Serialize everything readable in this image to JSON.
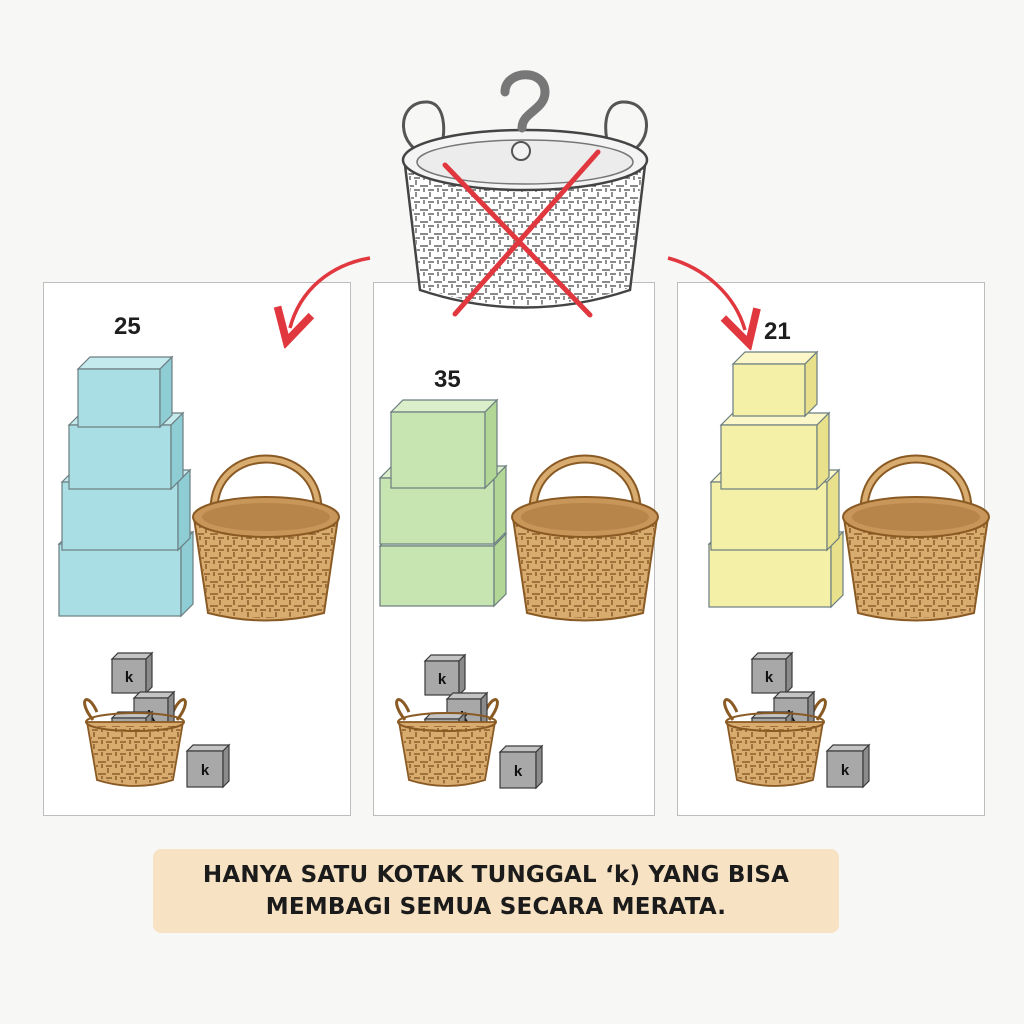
{
  "panels": [
    {
      "count": "25",
      "color_front": "#a9dfe4",
      "color_top": "#c4eaee",
      "color_side": "#8ecdd4",
      "stack": 4
    },
    {
      "count": "35",
      "color_front": "#c7e5b0",
      "color_top": "#dbf0ca",
      "color_side": "#b1d696",
      "stack": 3
    },
    {
      "count": "21",
      "color_front": "#f5f0a8",
      "color_top": "#fbf7c8",
      "color_side": "#e8e08a",
      "stack": 4
    }
  ],
  "box_label": "k",
  "caption": "HANYA SATU KOTAK TUNGGAL ‘k) YANG BISA MEMBAGI SEMUA SECARA MERATA.",
  "colors": {
    "basket": "#d8ab6f",
    "basket_dark": "#8a5a24",
    "cross": "#e0383e",
    "gray_box": "#a8a8a8"
  }
}
